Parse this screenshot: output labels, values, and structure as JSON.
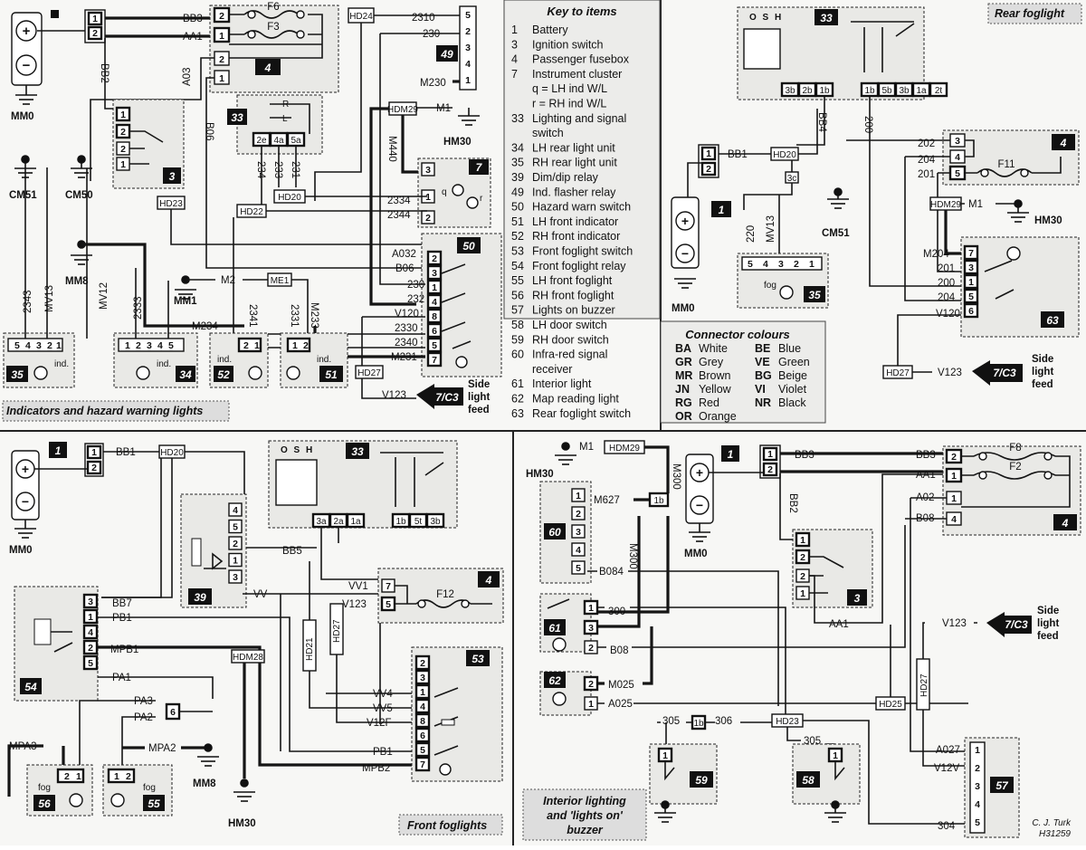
{
  "titles": {
    "indicators": "Indicators and hazard warning lights",
    "rear_foglight": "Rear foglight",
    "front_foglights": "Front foglights",
    "interior_l1": "Interior lighting",
    "interior_l2": "and 'lights on'",
    "interior_l3": "buzzer"
  },
  "key": {
    "heading": "Key to items",
    "items": [
      {
        "n": "1",
        "t": "Battery"
      },
      {
        "n": "3",
        "t": "Ignition switch"
      },
      {
        "n": "4",
        "t": "Passenger fusebox"
      },
      {
        "n": "7",
        "t": "Instrument cluster"
      },
      {
        "n": "",
        "t": "q = LH ind W/L"
      },
      {
        "n": "",
        "t": "r = RH ind W/L"
      },
      {
        "n": "33",
        "t": "Lighting and signal"
      },
      {
        "n": "",
        "t": "switch"
      },
      {
        "n": "34",
        "t": "LH rear light unit"
      },
      {
        "n": "35",
        "t": "RH rear light unit"
      },
      {
        "n": "39",
        "t": "Dim/dip relay"
      },
      {
        "n": "49",
        "t": "Ind. flasher relay"
      },
      {
        "n": "50",
        "t": "Hazard warn switch"
      },
      {
        "n": "51",
        "t": "LH front indicator"
      },
      {
        "n": "52",
        "t": "RH front indicator"
      },
      {
        "n": "53",
        "t": "Front foglight switch"
      },
      {
        "n": "54",
        "t": "Front foglight relay"
      },
      {
        "n": "55",
        "t": "LH front foglight"
      },
      {
        "n": "56",
        "t": "RH front foglight"
      },
      {
        "n": "57",
        "t": "Lights on buzzer"
      },
      {
        "n": "58",
        "t": "LH door switch"
      },
      {
        "n": "59",
        "t": "RH door switch"
      },
      {
        "n": "60",
        "t": "Infra-red signal"
      },
      {
        "n": "",
        "t": "receiver"
      },
      {
        "n": "61",
        "t": "Interior light"
      },
      {
        "n": "62",
        "t": "Map reading light"
      },
      {
        "n": "63",
        "t": "Rear foglight switch"
      }
    ]
  },
  "colours": {
    "heading": "Connector colours",
    "items": [
      {
        "c": "BA",
        "t": "White"
      },
      {
        "c": "BE",
        "t": "Blue"
      },
      {
        "c": "GR",
        "t": "Grey"
      },
      {
        "c": "VE",
        "t": "Green"
      },
      {
        "c": "MR",
        "t": "Brown"
      },
      {
        "c": "BG",
        "t": "Beige"
      },
      {
        "c": "JN",
        "t": "Yellow"
      },
      {
        "c": "VI",
        "t": "Violet"
      },
      {
        "c": "RG",
        "t": "Red"
      },
      {
        "c": "NR",
        "t": "Black"
      },
      {
        "c": "OR",
        "t": "Orange"
      }
    ]
  },
  "labels": {
    "bb3": "BB3",
    "aa1": "AA1",
    "bb2": "BB2",
    "a03": "A03",
    "b06v": "B06",
    "f6": "F6",
    "f3": "F3",
    "hd24": "HD24",
    "w2310": "2310",
    "w230": "230",
    "m230": "M230",
    "m1": "M1",
    "hm30": "HM30",
    "hdm29": "HDM29",
    "m440": "M440",
    "mm0": "MM0",
    "cm51": "CM51",
    "cm50": "CM50",
    "mm8": "MM8",
    "mm1": "MM1",
    "hd23": "HD23",
    "hd20": "HD20",
    "hd22": "HD22",
    "w234": "234",
    "w233": "233",
    "w231": "231",
    "w2334": "2334",
    "w2344": "2344",
    "a032": "A032",
    "b06": "B06",
    "w232": "232",
    "v120": "V120",
    "w2330": "2330",
    "w2340": "2340",
    "m231": "M231",
    "m2": "M2",
    "me1": "ME1",
    "m233": "M233",
    "w2341": "2341",
    "w2331": "2331",
    "m234": "M234",
    "w2343": "2343",
    "mv13": "MV13",
    "mv12": "MV12",
    "w2333": "2333",
    "hd27": "HD27",
    "v123": "V123",
    "ind": "ind.",
    "r": "R",
    "l": "L",
    "q": "q",
    "rr": "r",
    "feed1": "Side",
    "feed2": "light",
    "feed3": "feed",
    "c3": "7/C3",
    "osh": "O S H",
    "bb1": "BB1",
    "bb4": "BB4",
    "w200": "200",
    "w202": "202",
    "w204": "204",
    "w201": "201",
    "f11": "F11",
    "w220": "220",
    "fog": "fog",
    "m204": "M204",
    "bb5": "BB5",
    "bb7": "BB7",
    "pb1": "PB1",
    "mpb1": "MPB1",
    "pa1": "PA1",
    "pa2": "PA2",
    "pa3": "PA3",
    "mpa2": "MPA2",
    "mpa3": "MPA3",
    "hdm28": "HDM28",
    "vv": "VV",
    "vv1": "VV1",
    "f12": "F12",
    "hd21": "HD21",
    "vv4": "VV4",
    "vv5": "VV5",
    "v12f": "V12F",
    "mpb2": "MPB2",
    "m300": "M300",
    "m627": "M627",
    "b084": "B084",
    "w300": "300",
    "b08": "B08",
    "m025": "M025",
    "a025": "A025",
    "w305": "305",
    "w306": "306",
    "hd25": "HD25",
    "f8": "F8",
    "f2": "F2",
    "a02": "A02",
    "a027": "A027",
    "v12v": "V12V",
    "w304": "304",
    "credit1": "C. J. Turk",
    "credit2": "H31259"
  }
}
